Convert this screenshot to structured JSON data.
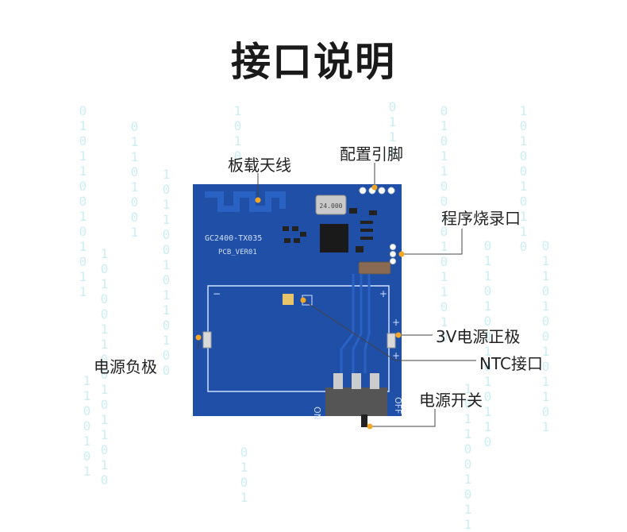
{
  "title": "接口说明",
  "board": {
    "silkscreen_model": "GC2400-TX035",
    "silkscreen_version": "PCB_VER01",
    "crystal_text": "24.000",
    "switch_on": "ON",
    "switch_off": "OFF"
  },
  "callouts": {
    "antenna": "板载天线",
    "config_pins": "配置引脚",
    "program_port": "程序烧录口",
    "positive": "3V电源正极",
    "ntc": "NTC接口",
    "negative": "电源负极",
    "power_switch": "电源开关"
  },
  "colors": {
    "pcb": "#1f4fa6",
    "accent": "#f5a623",
    "leader": "#f5a623"
  }
}
